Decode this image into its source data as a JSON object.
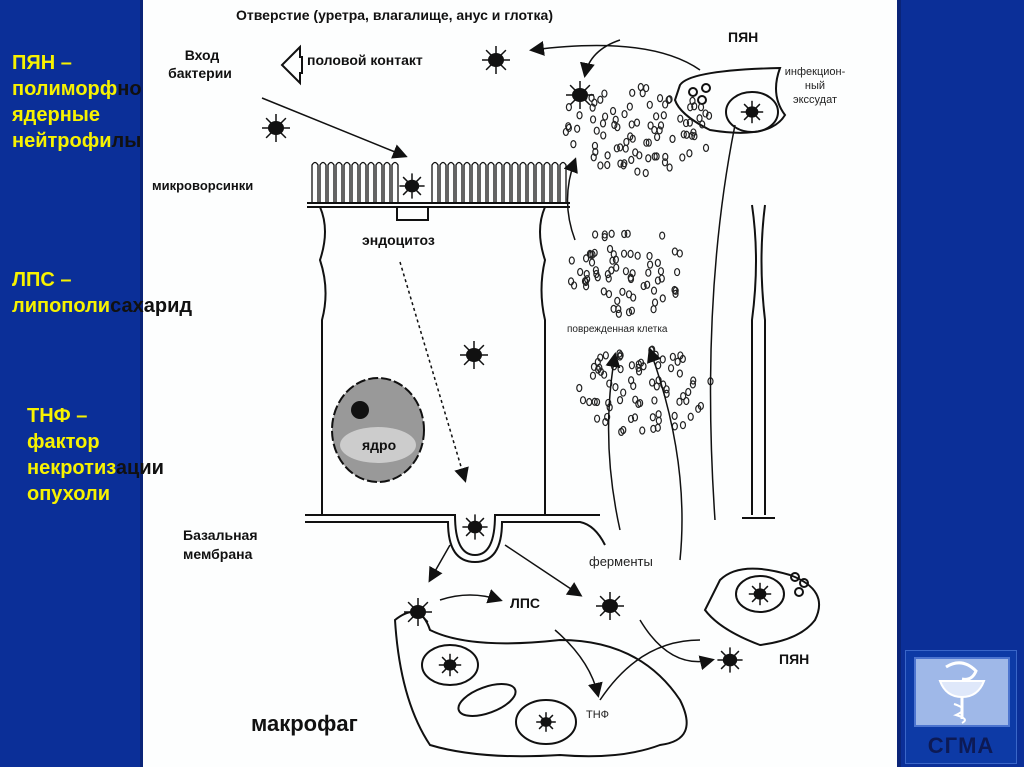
{
  "colors": {
    "background": "#0b2f98",
    "panel": "#fdfefe",
    "highlight_text": "#f7f200",
    "ink": "#111111"
  },
  "legend": {
    "pyan": {
      "line1": "ПЯН –",
      "line2_yellow": "полиморф",
      "line2_black": "но",
      "line3": "ядерные",
      "line4_yellow": "нейтрофи",
      "line4_black": "лы"
    },
    "lps": {
      "line1": "ЛПС –",
      "line2_yellow": "липополи",
      "line2_black": "сахарид"
    },
    "tnf": {
      "line1": "ТНФ –",
      "line2": "фактор",
      "line3_yellow": "некротиз",
      "line3_black": "ации",
      "line4": "опухоли"
    }
  },
  "diagram": {
    "title": "Отверстие (уретра, влагалище, анус и глотка)",
    "entry_label_1": "Вход",
    "entry_label_2": "бактерии",
    "sexual_contact": "половой контакт",
    "pyan_top": "ПЯН",
    "exudate_1": "инфекцион-",
    "exudate_2": "ный",
    "exudate_3": "экссудат",
    "microvilli": "микроворсинки",
    "endocytosis": "эндоцитоз",
    "damaged_cell": "поврежденная клетка",
    "nucleus": "ядро",
    "basal_1": "Базальная",
    "basal_2": "мембрана",
    "enzymes": "ферменты",
    "lps": "ЛПС",
    "tnf": "ТНФ",
    "pyan_bottom": "ПЯН",
    "macrophage": "макрофаг"
  },
  "logo": {
    "text": "СГМА",
    "icon": "bowl-of-hygieia-icon"
  }
}
